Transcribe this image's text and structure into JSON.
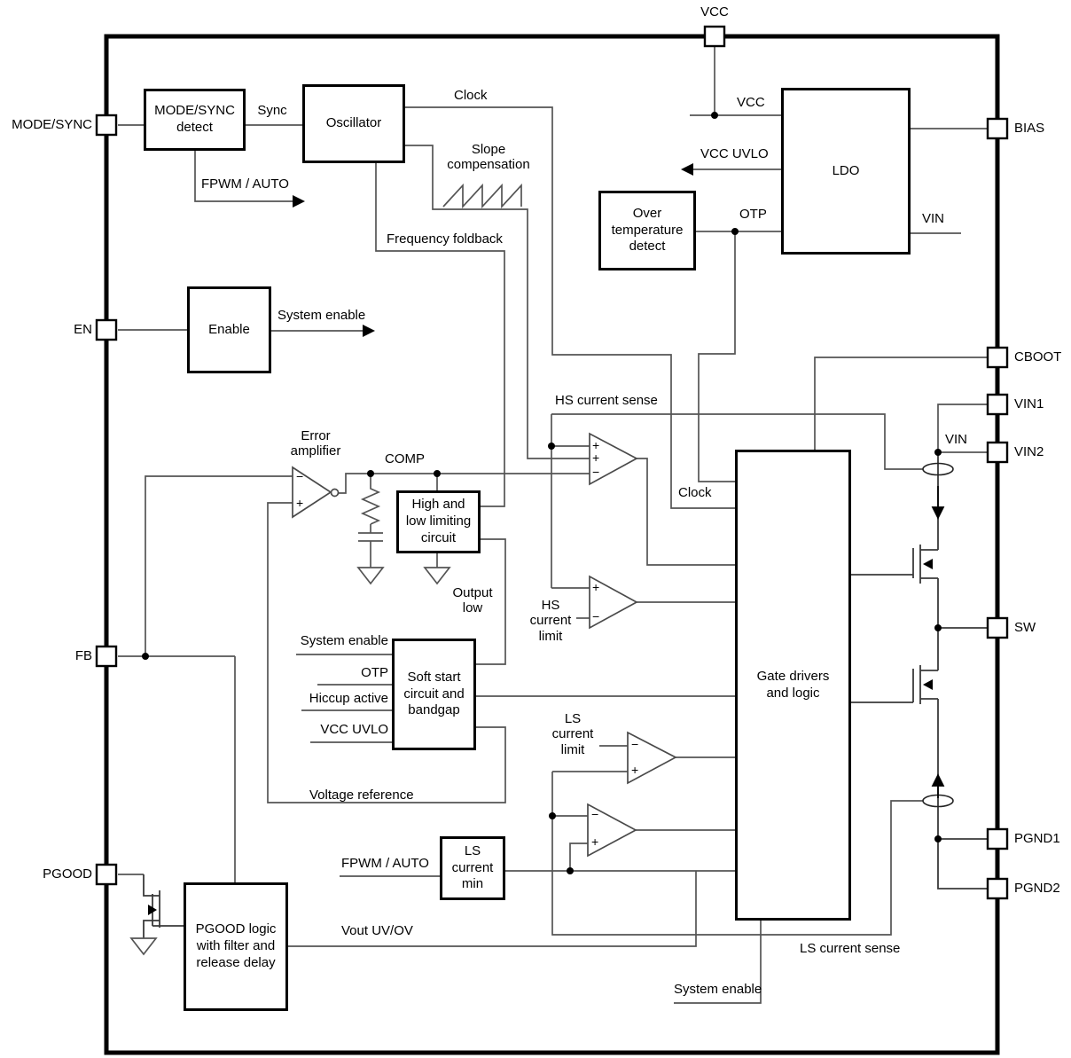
{
  "meta": {
    "wire_color": "#545454",
    "line_color": "#000000",
    "background": "#ffffff"
  },
  "signs": {
    "plus": "+",
    "minus": "−"
  },
  "pins": {
    "mode_sync": "MODE/SYNC",
    "en": "EN",
    "fb": "FB",
    "pgood": "PGOOD",
    "vcc": "VCC",
    "bias": "BIAS",
    "cboot": "CBOOT",
    "vin1": "VIN1",
    "vin2": "VIN2",
    "sw": "SW",
    "pgnd1": "PGND1",
    "pgnd2": "PGND2"
  },
  "blocks": {
    "mode_sync_detect": "MODE/SYNC\ndetect",
    "oscillator": "Oscillator",
    "enable": "Enable",
    "over_temp": "Over\ntemperature\ndetect",
    "ldo": "LDO",
    "high_low": "High and\nlow limiting\ncircuit",
    "soft_start": "Soft start\ncircuit and\nbandgap",
    "ls_current_min": "LS\ncurrent\nmin",
    "gate_drivers": "Gate drivers\nand logic",
    "pgood_logic": "PGOOD logic\nwith filter and\nrelease delay"
  },
  "labels": {
    "sync": "Sync",
    "clock": "Clock",
    "slope_comp": "Slope\ncompensation",
    "freq_foldback": "Frequency foldback",
    "fpwm_auto": "FPWM / AUTO",
    "system_enable": "System enable",
    "vcc": "VCC",
    "vcc_uvlo": "VCC UVLO",
    "otp": "OTP",
    "vin": "VIN",
    "hs_current_sense": "HS current sense",
    "error_amplifier": "Error\namplifier",
    "comp": "COMP",
    "output_low": "Output\nlow",
    "hs_current_limit": "HS\ncurrent\nlimit",
    "hiccup_active": "Hiccup active",
    "voltage_reference": "Voltage reference",
    "ls_current_limit": "LS\ncurrent\nlimit",
    "vout_uv_ov": "Vout UV/OV",
    "ls_current_sense": "LS current sense"
  }
}
